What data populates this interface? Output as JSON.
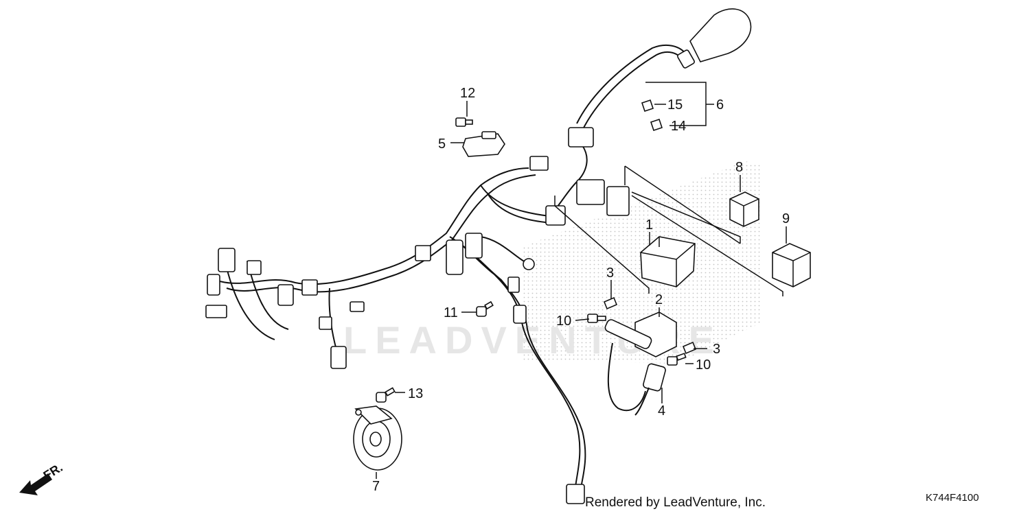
{
  "diagram": {
    "callouts": {
      "p1": "1",
      "p2": "2",
      "p3a": "3",
      "p3b": "3",
      "p4": "4",
      "p5": "5",
      "p6": "6",
      "p7": "7",
      "p8": "8",
      "p9": "9",
      "p10a": "10",
      "p10b": "10",
      "p11": "11",
      "p12": "12",
      "p13": "13",
      "p14": "14",
      "p15": "15"
    },
    "front_indicator": "FR.",
    "watermark": "LEADVENTURE",
    "footer": "Rendered by LeadVenture, Inc.",
    "diagram_code": "K744F4100"
  }
}
